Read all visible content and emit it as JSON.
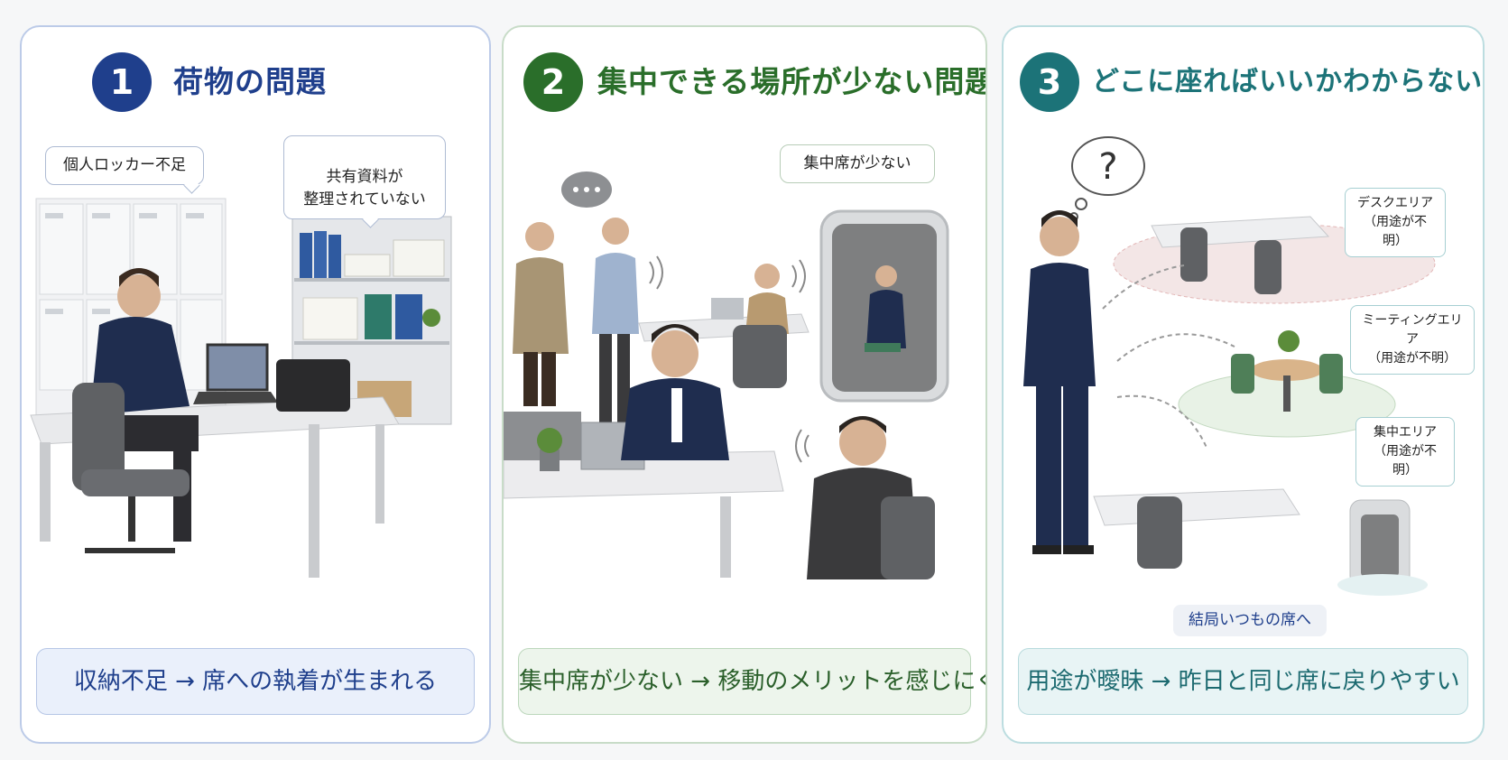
{
  "panels": [
    {
      "number": "1",
      "title": "荷物の問題",
      "bubbles": [
        "個人ロッカー不足",
        "共有資料が\n整理されていない"
      ],
      "bottom": "収納不足 → 席への執着が生まれる",
      "accent": "#1f3f8c"
    },
    {
      "number": "2",
      "title": "集中できる場所が少ない問題",
      "bubbles": [
        "集中席が少ない"
      ],
      "bottom": "集中席が少ない → 移動のメリットを感じにくい",
      "accent": "#2a6e2a"
    },
    {
      "number": "3",
      "title": "どこに座ればいいかわからない問題",
      "tags": [
        {
          "name": "デスクエリア",
          "sub": "（用途が不明）"
        },
        {
          "name": "ミーティングエリア",
          "sub": "（用途が不明）"
        },
        {
          "name": "集中エリア",
          "sub": "（用途が不明）"
        }
      ],
      "note": "結局いつもの席へ",
      "bottom": "用途が曖昧 → 昨日と同じ席に戻りやすい",
      "accent": "#1c7378"
    }
  ]
}
